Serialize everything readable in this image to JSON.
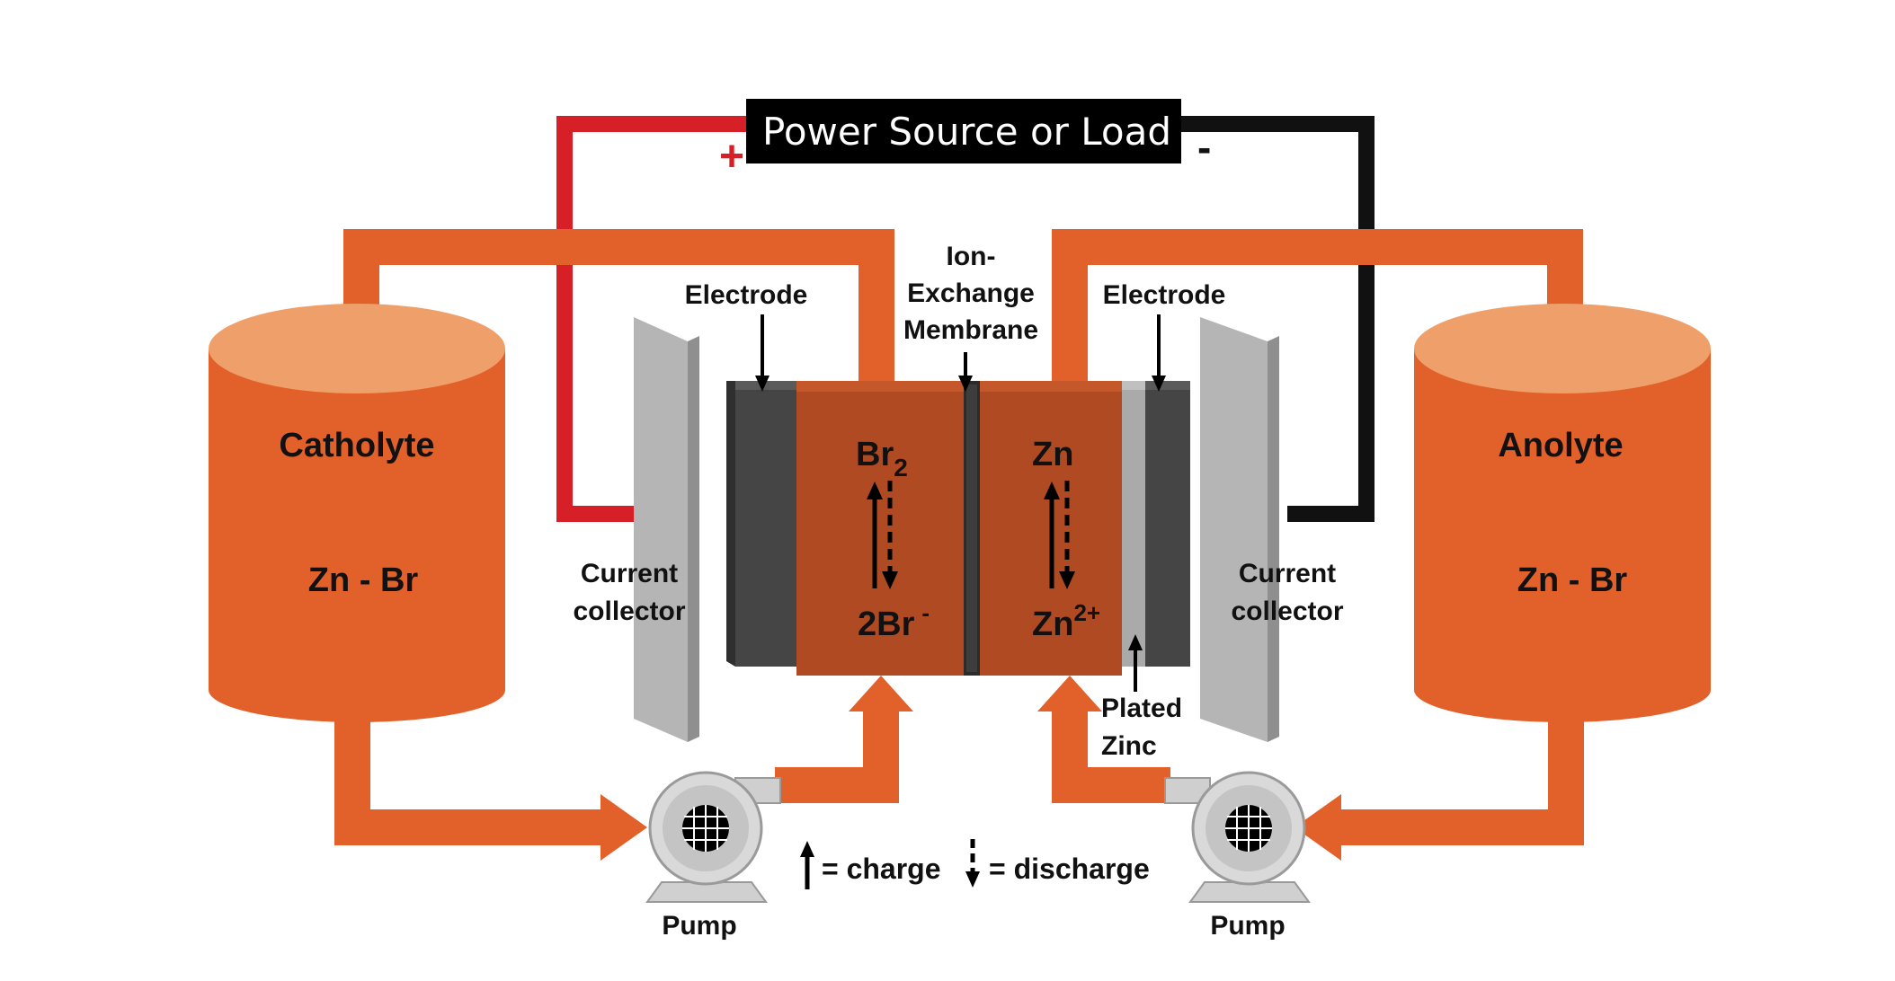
{
  "power_source": {
    "label": "Power Source or Load",
    "positive_sign": "+",
    "negative_sign": "-"
  },
  "tanks": {
    "catholyte": {
      "title": "Catholyte",
      "content": "Zn - Br"
    },
    "anolyte": {
      "title": "Anolyte",
      "content": "Zn - Br"
    }
  },
  "labels": {
    "electrode_left": "Electrode",
    "electrode_right": "Electrode",
    "membrane_line1": "Ion-",
    "membrane_line2": "Exchange",
    "membrane_line3": "Membrane",
    "current_collector_left_line1": "Current",
    "current_collector_left_line2": "collector",
    "current_collector_right_line1": "Current",
    "current_collector_right_line2": "collector",
    "plated_zinc_line1": "Plated",
    "plated_zinc_line2": "Zinc",
    "pump_left": "Pump",
    "pump_right": "Pump"
  },
  "reactions": {
    "left_top_base": "Br",
    "left_top_sub": "2",
    "left_bottom_base": "2Br",
    "left_bottom_sup": "-",
    "right_top": "Zn",
    "right_bottom_base": "Zn",
    "right_bottom_sup": "2+"
  },
  "legend": {
    "charge": "= charge",
    "discharge": "= discharge"
  },
  "colors": {
    "orange": "#e2602a",
    "orange_light": "#efa06a",
    "chamber": "#b04a22",
    "electrode": "#454545",
    "collector": "#b5b5b5",
    "wire_positive": "#d61f26",
    "wire_negative": "#111111"
  }
}
